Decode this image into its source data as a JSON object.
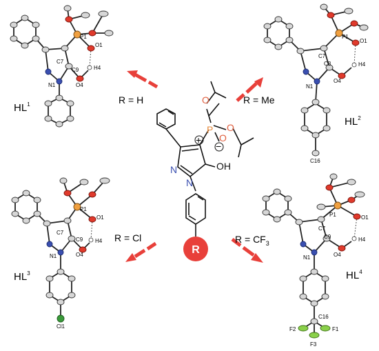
{
  "center": {
    "P_label": "P",
    "O_labels": [
      "O",
      "O",
      "O"
    ],
    "plus": "+",
    "minus": "−",
    "OH": "OH",
    "N1": "N",
    "N2": "N",
    "R": "R",
    "colors": {
      "phosphorus": "#e6893a",
      "oxygen": "#e06040",
      "nitrogen": "#3a4fb0",
      "r_circle": "#e8403a"
    }
  },
  "substituents": {
    "hl1": "R = H",
    "hl2": "R = Me",
    "hl3": "R = Cl",
    "hl4": "R = CF",
    "hl4_sub": "3"
  },
  "structures": {
    "hl1": {
      "name": "HL",
      "sup": "1",
      "atoms": [
        "P1",
        "O1",
        "C7",
        "C9",
        "H4",
        "O4",
        "N1"
      ]
    },
    "hl2": {
      "name": "HL",
      "sup": "2",
      "atoms": [
        "P1",
        "O1",
        "C7",
        "C8",
        "H4",
        "O4",
        "N1",
        "C16"
      ]
    },
    "hl3": {
      "name": "HL",
      "sup": "3",
      "atoms": [
        "P1",
        "O1",
        "C7",
        "C9",
        "H4",
        "O4",
        "N1",
        "Cl1"
      ]
    },
    "hl4": {
      "name": "HL",
      "sup": "4",
      "atoms": [
        "P1",
        "O1",
        "C7",
        "C9",
        "H4",
        "O4",
        "N1",
        "C16",
        "F2",
        "F1",
        "F3"
      ]
    }
  },
  "arrow_color": "#e8403a"
}
